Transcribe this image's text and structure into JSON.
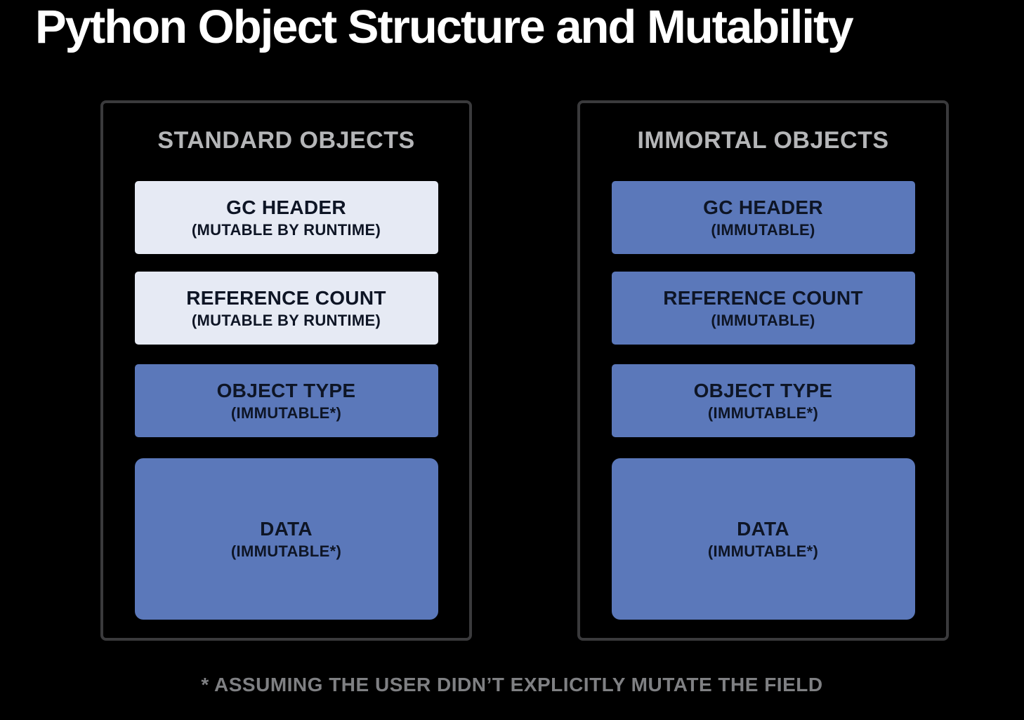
{
  "title": "Python Object Structure and Mutability",
  "footnote": "* ASSUMING THE USER DIDN’T EXPLICITLY MUTATE THE FIELD",
  "colors": {
    "background": "#000000",
    "title_text": "#ffffff",
    "panel_border": "#3a3a3c",
    "panel_heading_text": "#b5b6b8",
    "mutable_box_fill": "#e6eaf4",
    "immutable_box_fill": "#5b78ba",
    "box_text": "#0e1525",
    "footnote_text": "#7f8083"
  },
  "panels": [
    {
      "heading": "STANDARD OBJECTS",
      "boxes": [
        {
          "label": "GC HEADER",
          "note": "(MUTABLE BY RUNTIME)",
          "variant": "light",
          "size": "normal"
        },
        {
          "label": "REFERENCE COUNT",
          "note": "(MUTABLE BY RUNTIME)",
          "variant": "light",
          "size": "normal"
        },
        {
          "label": "OBJECT TYPE",
          "note": "(IMMUTABLE*)",
          "variant": "blue",
          "size": "normal"
        },
        {
          "label": "DATA",
          "note": "(IMMUTABLE*)",
          "variant": "blue",
          "size": "tall"
        }
      ]
    },
    {
      "heading": "IMMORTAL OBJECTS",
      "boxes": [
        {
          "label": "GC HEADER",
          "note": "(IMMUTABLE)",
          "variant": "blue",
          "size": "normal"
        },
        {
          "label": "REFERENCE COUNT",
          "note": "(IMMUTABLE)",
          "variant": "blue",
          "size": "normal"
        },
        {
          "label": "OBJECT TYPE",
          "note": "(IMMUTABLE*)",
          "variant": "blue",
          "size": "normal"
        },
        {
          "label": "DATA",
          "note": "(IMMUTABLE*)",
          "variant": "blue",
          "size": "tall"
        }
      ]
    }
  ]
}
